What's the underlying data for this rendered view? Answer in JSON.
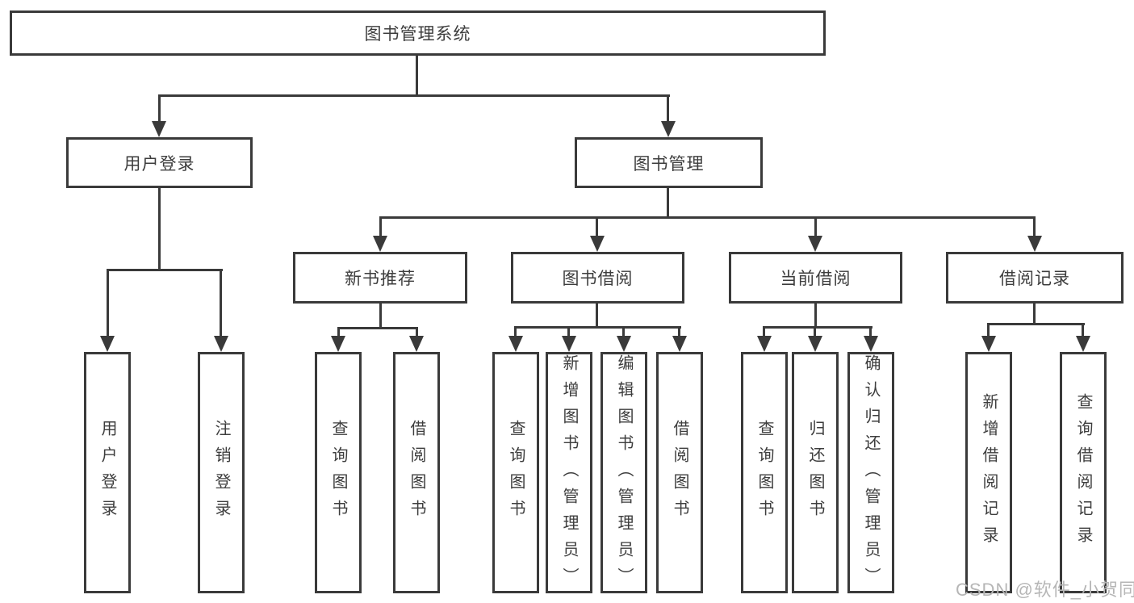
{
  "tree": {
    "root": {
      "label": "图书管理系统",
      "children": [
        {
          "label": "用户登录",
          "children": [
            {
              "label": "用户登录"
            },
            {
              "label": "注销登录"
            }
          ]
        },
        {
          "label": "图书管理",
          "children": [
            {
              "label": "新书推荐",
              "children": [
                {
                  "label": "查询图书"
                },
                {
                  "label": "借阅图书"
                }
              ]
            },
            {
              "label": "图书借阅",
              "children": [
                {
                  "label": "查询图书"
                },
                {
                  "label": "新增图书（管理员）"
                },
                {
                  "label": "编辑图书（管理员）"
                },
                {
                  "label": "借阅图书"
                }
              ]
            },
            {
              "label": "当前借阅",
              "children": [
                {
                  "label": "查询图书"
                },
                {
                  "label": "归还图书"
                },
                {
                  "label": "确认归还（管理员）"
                }
              ]
            },
            {
              "label": "借阅记录",
              "children": [
                {
                  "label": "新增借阅记录"
                },
                {
                  "label": "查询借阅记录"
                }
              ]
            }
          ]
        }
      ]
    }
  },
  "watermark": "CSDN @软件_小贺同学",
  "colors": {
    "line": "#3a3a3a",
    "text": "#3d3d3d",
    "watermark": "#b6b6b6",
    "background": "#ffffff"
  }
}
